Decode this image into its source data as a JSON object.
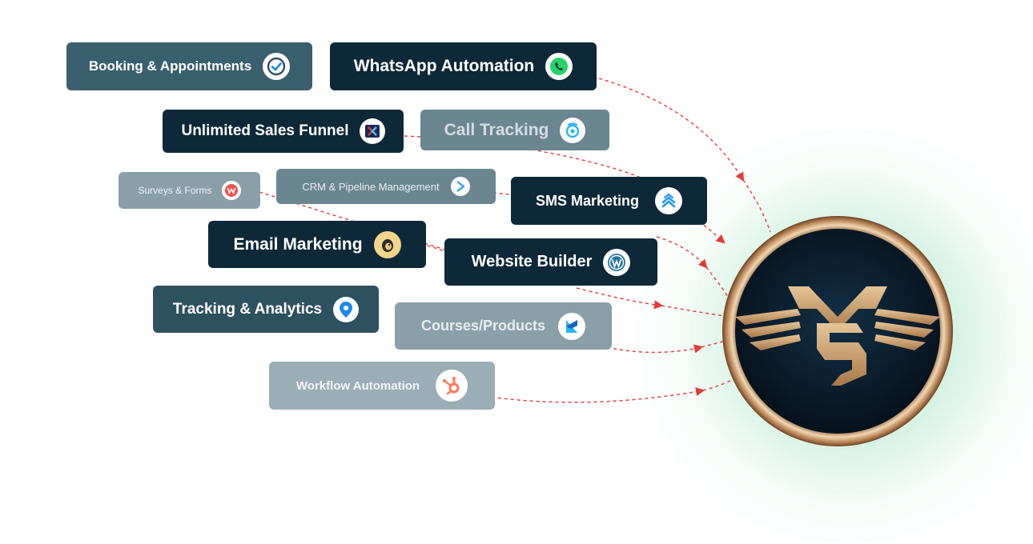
{
  "hub": {
    "logo_icon": "winged-ms-monogram-icon",
    "border_color": "#b8875a",
    "fill_color": "#0a1b2b",
    "gold_color": "#c9a26e"
  },
  "arrow_color": "#e53935",
  "features": [
    {
      "id": "booking",
      "label": "Booking & Appointments",
      "icon": "check-circle-icon",
      "color": "#3a5f6e"
    },
    {
      "id": "whatsapp",
      "label": "WhatsApp Automation",
      "icon": "whatsapp-icon",
      "color": "#0d2838"
    },
    {
      "id": "sales-funnel",
      "label": "Unlimited Sales Funnel",
      "icon": "funnel-logo-icon",
      "color": "#0d2838"
    },
    {
      "id": "call-tracking",
      "label": "Call Tracking",
      "icon": "call-tracking-icon",
      "color": "#6a8691"
    },
    {
      "id": "surveys",
      "label": "Surveys & Forms",
      "icon": "forms-logo-icon",
      "color": "#8aa0a9"
    },
    {
      "id": "crm",
      "label": "CRM & Pipeline Management",
      "icon": "pipeline-arrow-icon",
      "color": "#6a8691"
    },
    {
      "id": "sms",
      "label": "SMS Marketing",
      "icon": "sms-layers-icon",
      "color": "#0d2838"
    },
    {
      "id": "email",
      "label": "Email Marketing",
      "icon": "mailchimp-icon",
      "color": "#0d2838"
    },
    {
      "id": "website",
      "label": "Website Builder",
      "icon": "wordpress-icon",
      "color": "#0d2838"
    },
    {
      "id": "tracking",
      "label": "Tracking & Analytics",
      "icon": "location-pin-icon",
      "color": "#2e5160"
    },
    {
      "id": "courses",
      "label": "Courses/Products",
      "icon": "courses-logo-icon",
      "color": "#8aa0a9"
    },
    {
      "id": "workflow",
      "label": "Workflow Automation",
      "icon": "hubspot-icon",
      "color": "#9aaeb6"
    }
  ]
}
